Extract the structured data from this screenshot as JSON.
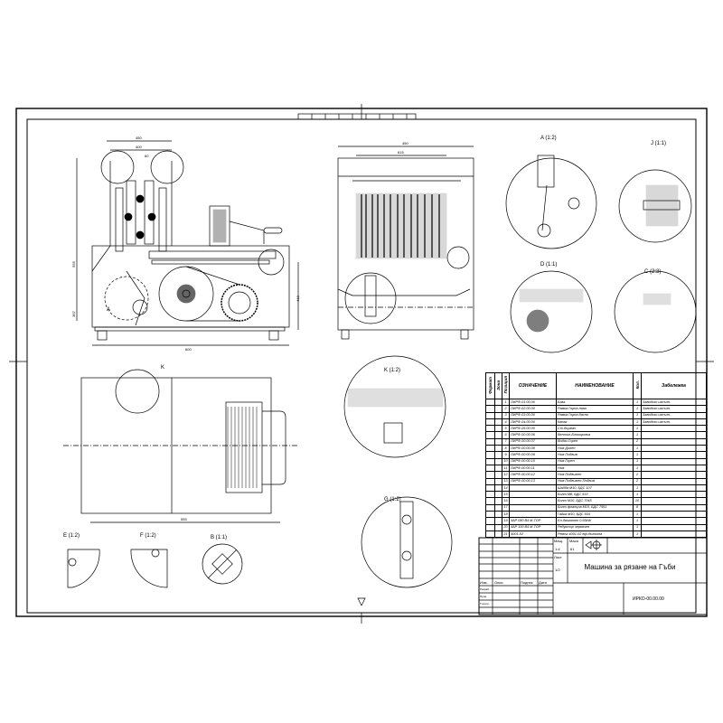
{
  "drawing": {
    "title": "Машина за рязане на Гъби",
    "code": "ИРКО-00.00.00",
    "scale_label": "Мащ.",
    "scale": "1:4",
    "mass_label": "Маса",
    "mass": "61",
    "sheet_label": "Лист",
    "sheet": "1/2",
    "revision_headers": [
      "Изм.",
      "Опис.",
      "Подпис",
      "Дата"
    ],
    "role_labels": [
      "Разраб.",
      "Пров.",
      "Т.контр."
    ]
  },
  "views": {
    "A": "A (1:2)",
    "J": "J (1:1)",
    "D": "D (1:1)",
    "C": "C (2:3)",
    "K": "K (1:2)",
    "G": "G (1:2)",
    "E": "E (1:2)",
    "F": "F (1:2)",
    "B": "B (1:1)",
    "marker_A": "A",
    "marker_K": "K"
  },
  "dimensions": [
    "450",
    "400",
    "60",
    "555",
    "600",
    "450",
    "615",
    "367",
    "410",
    "555"
  ],
  "spec_table": {
    "headers": [
      "Формат",
      "Зона",
      "Позиция",
      "ОЗНАЧЕНИЕ",
      "НАИМЕНОВАНИЕ",
      "Кол.",
      "Забележка"
    ],
    "rows": [
      [
        "",
        "",
        "1",
        "ЛИРФ-01.00.00",
        "База",
        "1",
        "Заводско изпълн."
      ],
      [
        "",
        "",
        "2",
        "ЛИРФ-02.00.00",
        "Рамка Горна лява",
        "1",
        "Заводско изпълн."
      ],
      [
        "",
        "",
        "3",
        "ЛИРФ-03.00.00",
        "Рамка Горна дясна",
        "1",
        "Заводско изпълн."
      ],
      [
        "",
        "",
        "4",
        "ЛИРФ-04.00.00",
        "Капак",
        "1",
        "Заводско изпълн."
      ],
      [
        "",
        "",
        "5",
        "ЛИРФ-05.00.00",
        "Ст.държач",
        "1",
        ""
      ],
      [
        "",
        "",
        "6",
        "ЛИРФ-00.00.06",
        "Вентил-Блокировка",
        "1",
        ""
      ],
      [
        "",
        "",
        "7",
        "ЛИРФ-00.00.07",
        "Водач-Горен",
        "2",
        ""
      ],
      [
        "",
        "",
        "8",
        "ЛИРФ-00.00.08",
        "Нож Долен",
        "1",
        ""
      ],
      [
        "",
        "",
        "9",
        "ЛИРФ-00.00.09",
        "Нож Подвиж",
        "1",
        ""
      ],
      [
        "",
        "",
        "10",
        "ЛИРФ-00.00.10",
        "Нож Горен",
        "1",
        ""
      ],
      [
        "",
        "",
        "11",
        "ЛИРФ-00.00.11",
        "Нож",
        "1",
        ""
      ],
      [
        "",
        "",
        "12",
        "ЛИРФ-00.00.12",
        "Нож Подвижен",
        "2",
        ""
      ],
      [
        "",
        "",
        "13",
        "ЛИРФ-00.00.13",
        "Нож Подвижен-Подвиж",
        "2",
        ""
      ],
      [
        "",
        "",
        "14",
        "",
        "Шайба М10, БДС 107",
        "1",
        ""
      ],
      [
        "",
        "",
        "15",
        "",
        "Болт М8, БДС 533",
        "1",
        ""
      ],
      [
        "",
        "",
        "16",
        "",
        "Болт М10, БДС 7045",
        "10",
        ""
      ],
      [
        "",
        "",
        "17",
        "",
        "Болт фланцов М10, БДС 7951",
        "8",
        ""
      ],
      [
        "",
        "",
        "18",
        "",
        "Гайка М10, БДС 934",
        "1",
        ""
      ],
      [
        "",
        "",
        "19",
        "4AP 080 B4 М-ТОР",
        "Ел.двигател 0.55kW",
        "1",
        ""
      ],
      [
        "",
        "",
        "20",
        "4AP 100 B4 М-ТОР",
        "Редуктор червячен",
        "1",
        ""
      ],
      [
        "",
        "",
        "21",
        "4001-02",
        "Ремък 4001-02 еф.дължина",
        "1",
        ""
      ]
    ]
  }
}
